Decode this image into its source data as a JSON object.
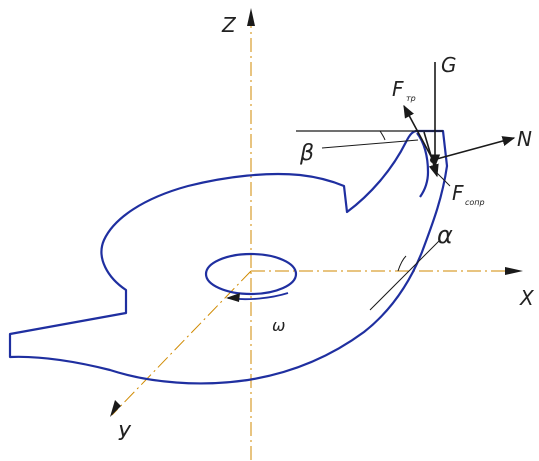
{
  "axes": {
    "z_label": "Z",
    "x_label": "X",
    "y_label": "У"
  },
  "forces": {
    "gravity": "G",
    "friction_main": "F",
    "friction_sub": "тр",
    "normal": "N",
    "resistance_main": "F",
    "resistance_sub": "сопр"
  },
  "angles": {
    "alpha": "α",
    "beta": "β",
    "omega": "ω"
  },
  "colors": {
    "outline": "#1f2fa0",
    "axis": "#d08a00",
    "ink": "#1a1a1a"
  }
}
